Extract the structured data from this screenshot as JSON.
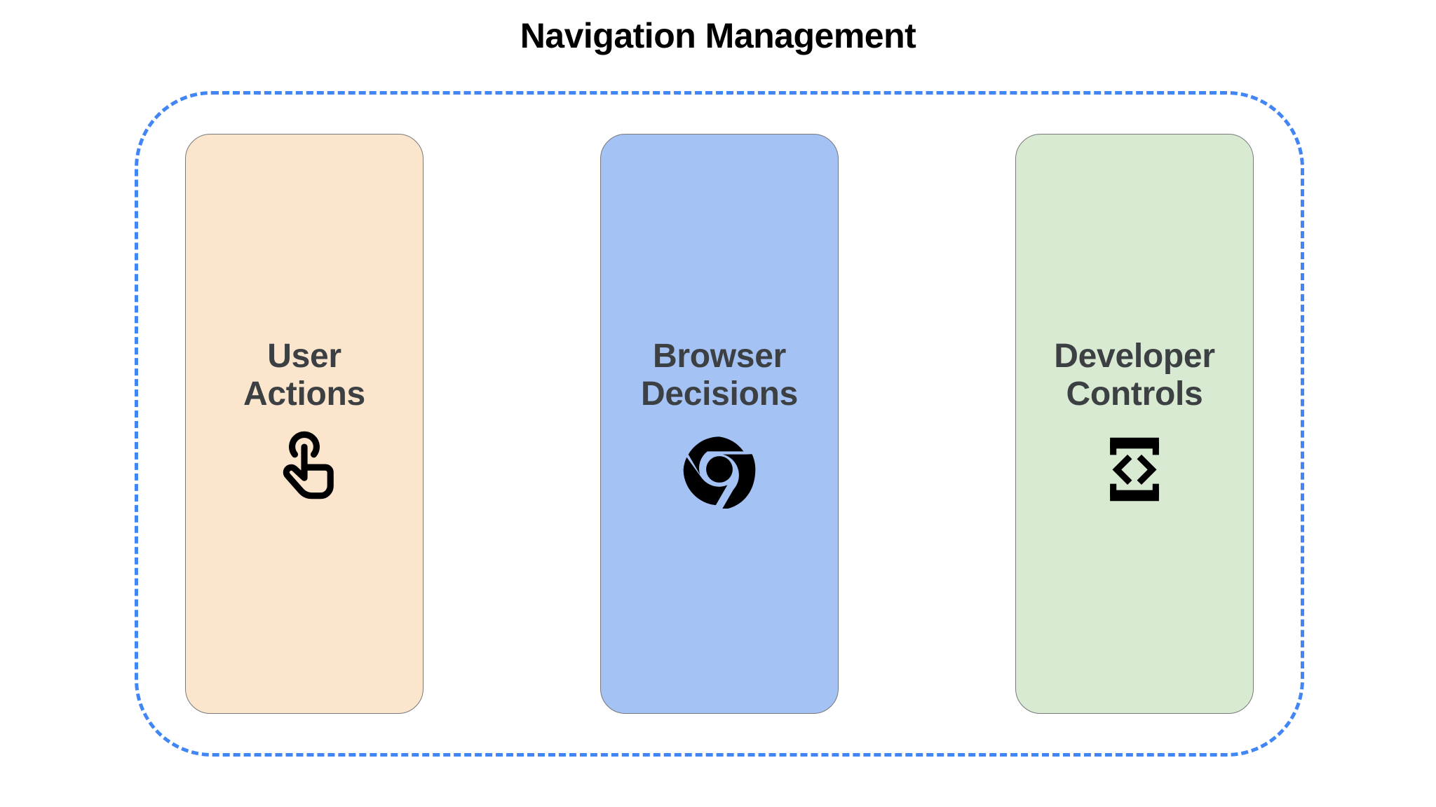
{
  "page": {
    "title": "Navigation Management",
    "background": "#FFFFFF"
  },
  "group": {
    "border_color": "#4285F4",
    "border_style": "dashed",
    "label": ""
  },
  "cards": [
    {
      "id": "user-actions",
      "label": "User\nActions",
      "fill": "#FCE5CD",
      "border": "#77787A",
      "text_color": "#3C4043",
      "icon": "touch-app-icon",
      "icon_color": "#000000"
    },
    {
      "id": "browser-decisions",
      "label": "Browser\nDecisions",
      "fill": "#A4C2F4",
      "border": "#77787A",
      "text_color": "#3C4043",
      "icon": "chrome-logo-icon",
      "icon_color": "#000000"
    },
    {
      "id": "developer-controls",
      "label": "Developer\nControls",
      "fill": "#D9EAD3",
      "border": "#77787A",
      "text_color": "#3C4043",
      "icon": "developer-mode-icon",
      "icon_color": "#000000"
    }
  ]
}
